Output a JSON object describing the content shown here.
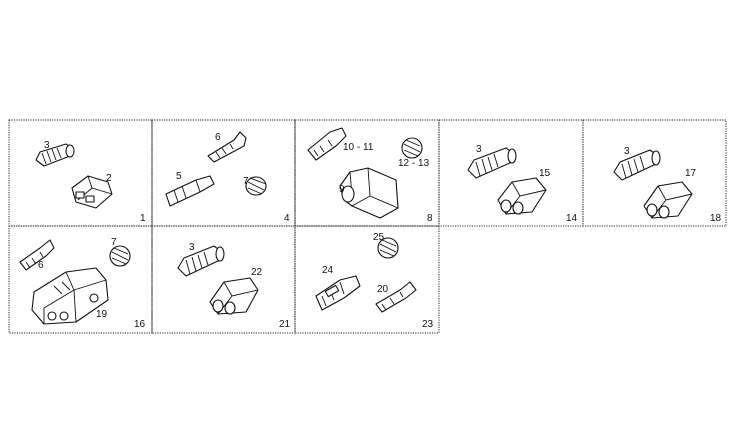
{
  "cells": [
    {
      "number": "1",
      "parts": [
        "3",
        "2"
      ]
    },
    {
      "number": "4",
      "parts": [
        "6",
        "5",
        "7"
      ]
    },
    {
      "number": "8",
      "parts": [
        "10 - 11",
        "12 - 13",
        "9"
      ]
    },
    {
      "number": "14",
      "parts": [
        "3",
        "15"
      ]
    },
    {
      "number": "18",
      "parts": [
        "3",
        "17"
      ]
    },
    {
      "number": "16",
      "parts": [
        "6",
        "7",
        "19"
      ]
    },
    {
      "number": "21",
      "parts": [
        "3",
        "22"
      ]
    },
    {
      "number": "23",
      "parts": [
        "25",
        "24",
        "20"
      ]
    }
  ]
}
